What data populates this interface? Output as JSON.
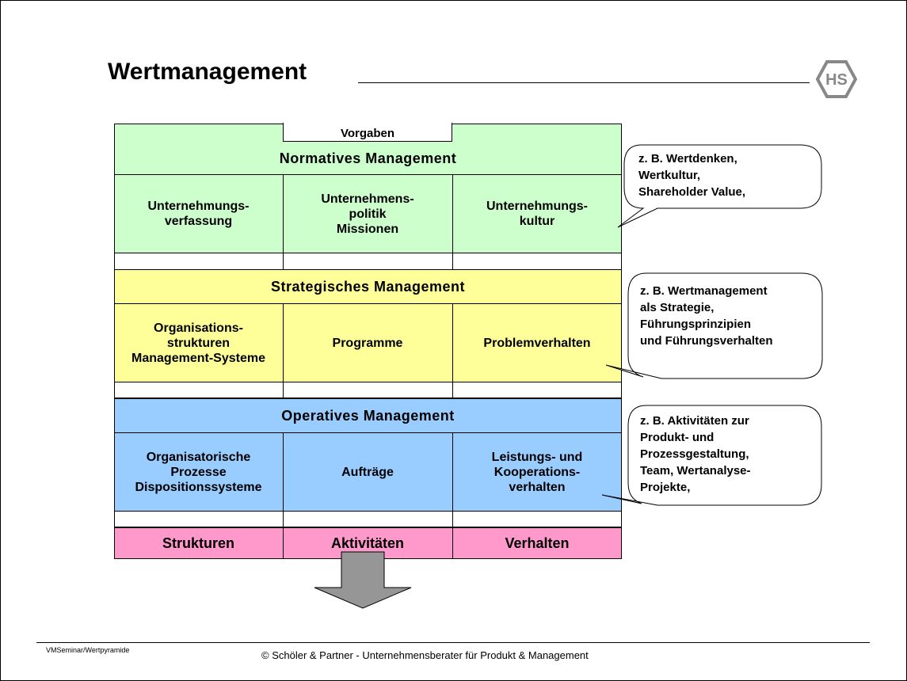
{
  "slide": {
    "title": "Wertmanagement",
    "logo_text": "HS",
    "vorgaben": "Vorgaben",
    "normative": {
      "header": "Normatives Management",
      "cells": [
        "Unternehmungs-\nverfassung",
        "Unternehmens-\npolitik\nMissionen",
        "Unternehmungs-\nkultur"
      ]
    },
    "strategic": {
      "header": "Strategisches Management",
      "cells": [
        "Organisations-\nstrukturen\nManagement-Systeme",
        "Programme",
        "Problemverhalten"
      ]
    },
    "operative": {
      "header": "Operatives Management",
      "cells": [
        "Organisatorische\nProzesse\nDispositionssysteme",
        "Aufträge",
        "Leistungs- und\nKooperations-\nverhalten"
      ]
    },
    "bottom": [
      "Strukturen",
      "Aktivitäten",
      "Verhalten"
    ],
    "bubbles": [
      "z. B. Wertdenken,\nWertkultur,\nShareholder Value,",
      "z. B. Wertmanagement\nals Strategie,\nFührungsprinzipien\nund Führungsverhalten",
      "z. B. Aktivitäten zur\nProdukt- und\nProzessgestaltung,\nTeam, Wertanalyse-\nProjekte,"
    ],
    "colors": {
      "normative": "#ccffcc",
      "strategic": "#ffff99",
      "operative": "#99ccff",
      "bottom": "#ff99cc",
      "arrow": "#969696"
    }
  },
  "footer": {
    "left": "VMSeminar/Wertpyramide",
    "center": "© Schöler & Partner - Unternehmensberater für Produkt & Management"
  }
}
